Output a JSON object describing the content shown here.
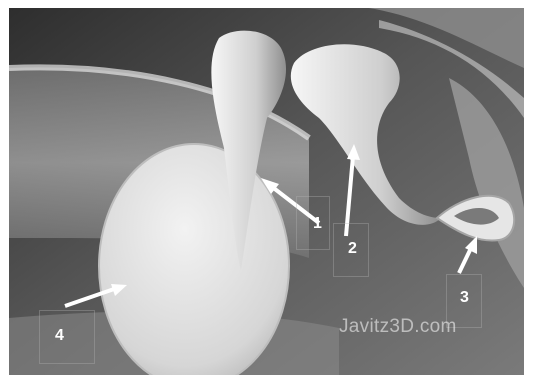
{
  "labels": [
    "1",
    "2",
    "3",
    "4"
  ],
  "watermark": "Javitz3D.com",
  "colors": {
    "background_dark": "#3a3a3a",
    "background_mid": "#6a6a6a",
    "bone": "#d9d9d9",
    "label": "#ffffff"
  },
  "subject": {
    "icons": [
      "malleus-shape",
      "incus-shape",
      "stapes-shape",
      "eardrum-shape",
      "arrow-icon"
    ]
  }
}
